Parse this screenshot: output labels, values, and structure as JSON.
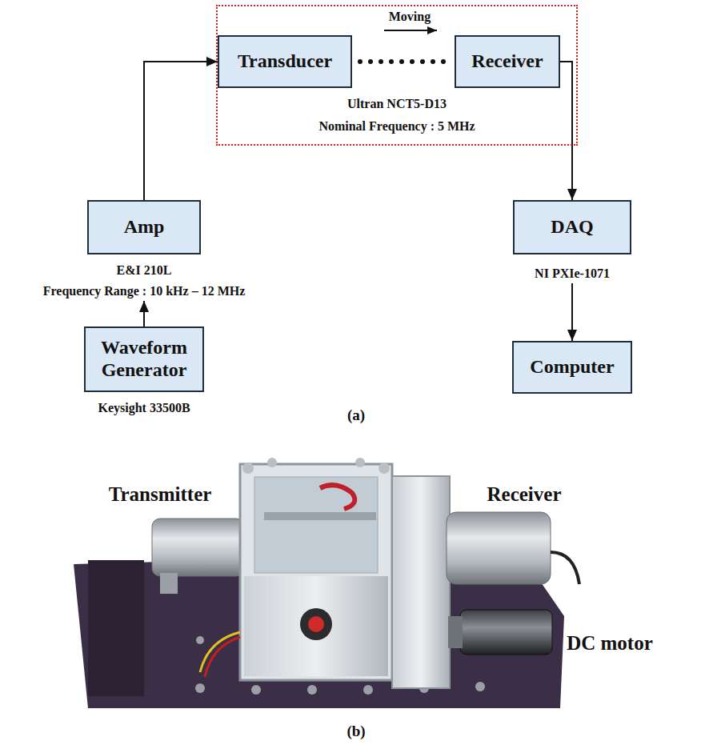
{
  "diagram": {
    "nodes": [
      {
        "text": [
          "Ultran NCT5-D13",
          "Nominal Frequency : 5 MHz"
        ]
      },
      {
        "text": [
          "Transducer"
        ],
        "in": 0
      },
      {
        "text": [
          "Receiver"
        ],
        "in": 0
      },
      {
        "text": [
          "Amp",
          "E&I 210L",
          "Frequency Range : 10 kHz – 12 MHz"
        ]
      },
      {
        "text": [
          "DAQ",
          "NI PXIe-1071"
        ]
      },
      {
        "text": [
          "Waveform Generator",
          "Keysight 33500B"
        ]
      },
      {
        "text": [
          "Computer"
        ]
      }
    ],
    "edges": [
      {
        "from": 1,
        "to": 2,
        "arrow": "none"
      },
      {
        "from": 5,
        "to": 3,
        "arrow": "to"
      },
      {
        "from": 3,
        "to": 1,
        "arrow": "to"
      },
      {
        "from": 2,
        "to": 4,
        "arrow": "to"
      },
      {
        "from": 4,
        "to": 6,
        "arrow": "to"
      }
    ],
    "labels": [
      "Moving",
      "(a)",
      "Transmitter",
      "Receiver",
      "DC motor",
      "(b)"
    ]
  }
}
